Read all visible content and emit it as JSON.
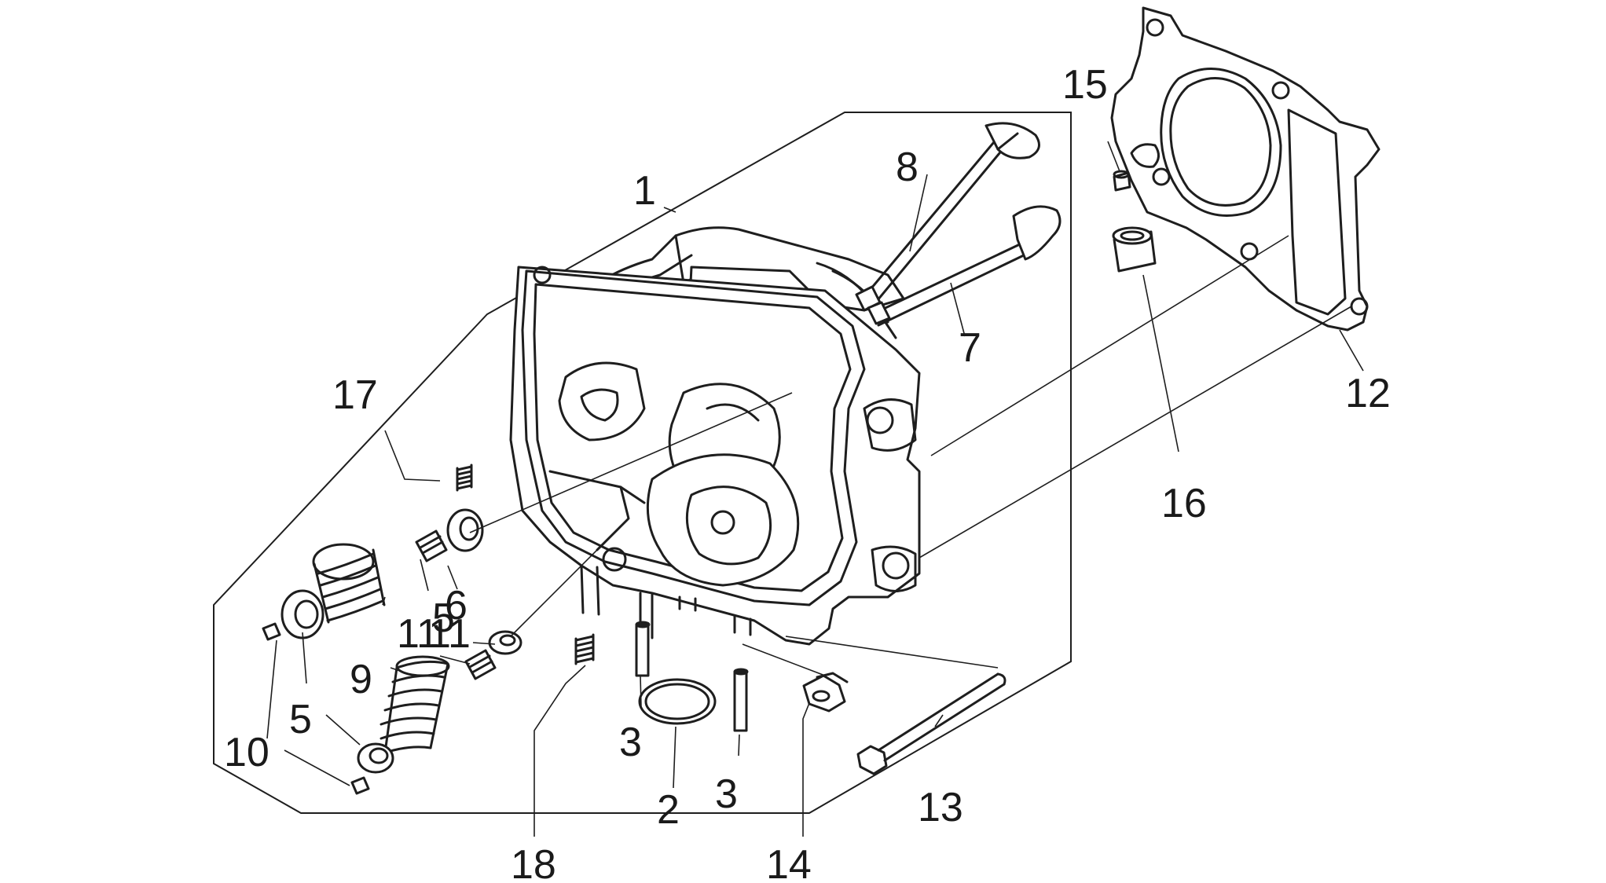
{
  "callouts": [
    {
      "id": "c1",
      "label": "1"
    },
    {
      "id": "c2",
      "label": "2"
    },
    {
      "id": "c3a",
      "label": "3"
    },
    {
      "id": "c3b",
      "label": "3"
    },
    {
      "id": "c5a",
      "label": "5"
    },
    {
      "id": "c5b",
      "label": "5"
    },
    {
      "id": "c6",
      "label": "6"
    },
    {
      "id": "c7",
      "label": "7"
    },
    {
      "id": "c8",
      "label": "8"
    },
    {
      "id": "c9a",
      "label": "9"
    },
    {
      "id": "c10",
      "label": "10"
    },
    {
      "id": "c11a",
      "label": "11"
    },
    {
      "id": "c11b",
      "label": "11"
    },
    {
      "id": "c12",
      "label": "12"
    },
    {
      "id": "c13",
      "label": "13"
    },
    {
      "id": "c14",
      "label": "14"
    },
    {
      "id": "c15",
      "label": "15"
    },
    {
      "id": "c16",
      "label": "16"
    },
    {
      "id": "c17",
      "label": "17"
    },
    {
      "id": "c18",
      "label": "18"
    }
  ]
}
